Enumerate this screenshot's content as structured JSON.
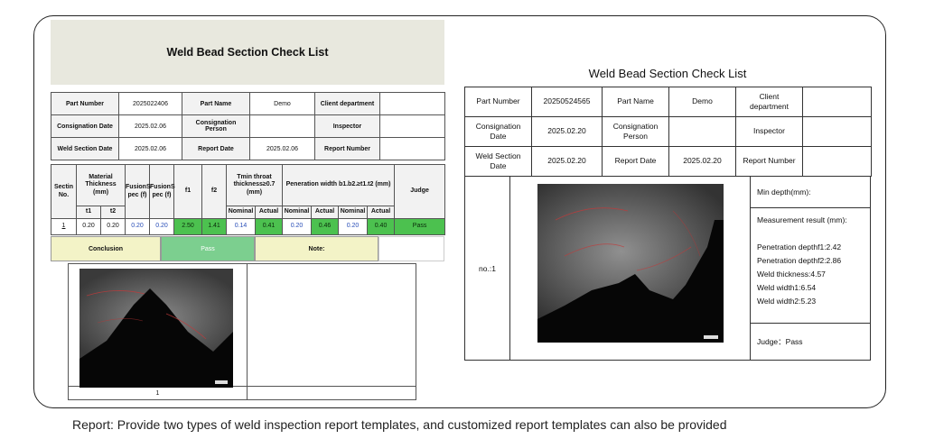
{
  "left_sheet": {
    "title": "Weld Bead Section Check List",
    "info": {
      "part_number_label": "Part Number",
      "part_number": "2025022406",
      "part_name_label": "Part Name",
      "part_name": "Demo",
      "client_dept_label": "Client department",
      "client_dept": "",
      "consign_date_label": "Consignation Date",
      "consign_date": "2025.02.06",
      "consign_person_label": "Consignation Person",
      "consign_person": "",
      "inspector_label": "Inspector",
      "inspector": "",
      "section_date_label": "Weld Section Date",
      "section_date": "2025.02.06",
      "report_date_label": "Report Date",
      "report_date": "2025.02.06",
      "report_number_label": "Report Number",
      "report_number": ""
    },
    "headers": {
      "section_no": "Sectin No.",
      "material_thickness": "Material Thickness (mm)",
      "fusion_spec_1": "FusionS pec (f)",
      "fusion_spec_2": "FusionS pec (f)",
      "f1": "f1",
      "f2": "f2",
      "tmin": "Tmin throat thickness≥0.7 (mm)",
      "penetration": "Peneration width b1.b2.≥t1.t2 (mm)",
      "judge": "Judge",
      "t1": "t1",
      "t2": "t2",
      "nominal": "Nominal",
      "actual": "Actual"
    },
    "row": {
      "section_no": "1",
      "t1": "0.20",
      "t2": "0.20",
      "fs1": "0.20",
      "fs2": "0.20",
      "f1": "2.50",
      "f2": "1.41",
      "tmin_nominal": "0.14",
      "tmin_actual": "0.41",
      "pen1_nominal": "0.20",
      "pen1_actual": "0.46",
      "pen2_nominal": "0.20",
      "pen2_actual": "0.40",
      "judge": "Pass"
    },
    "conclusion_label": "Conclusion",
    "conclusion_value": "Pass",
    "note_label": "Note:",
    "image_caption": "1"
  },
  "right_report": {
    "title": "Weld Bead Section Check List",
    "part_number_label": "Part Number",
    "part_number": "20250524565",
    "part_name_label": "Part Name",
    "part_name": "Demo",
    "client_dept_label": "Client department",
    "consign_date_label": "Consignation Date",
    "consign_date": "2025.02.20",
    "consign_person_label": "Consignation Person",
    "inspector_label": "Inspector",
    "section_date_label": "Weld Section Date",
    "section_date": "2025.02.20",
    "report_date_label": "Report Date",
    "report_date": "2025.02.20",
    "report_number_label": "Report Number",
    "sample_no": "no.:1",
    "min_depth": "Min depth(mm):",
    "measurement_title": "Measurement result (mm):",
    "measurements": [
      "Penetration depthf1:2.42",
      "Penetration depthf2:2.86",
      "Weld thickness:4.57",
      "Weld width1:6.54",
      "Weld width2:5.23"
    ],
    "judge": "Judge：Pass"
  },
  "caption": "Report: Provide two types of weld inspection report templates, and customized report templates can also be provided",
  "colors": {
    "title_bg": "#e8e8de",
    "pass_green": "#4cc14f",
    "conclusion_yellow": "#f3f3c7",
    "conclusion_pass": "#7ccf8f",
    "blue_value": "#2a4fb8"
  }
}
